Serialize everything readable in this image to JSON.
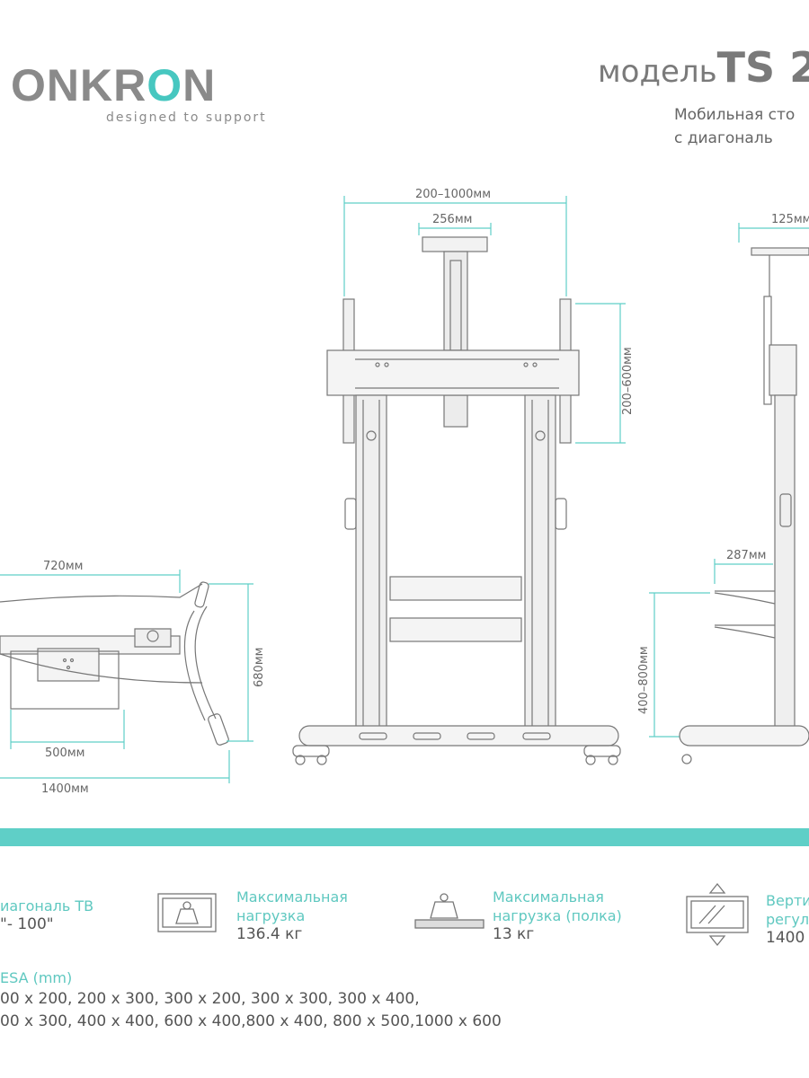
{
  "brand": {
    "logo_text_1": "ONKR",
    "logo_text_accent": "O",
    "logo_text_2": "N",
    "tagline": "designed to support"
  },
  "model": {
    "prefix": "модель",
    "name": "TS 2",
    "description_line1": "Мобильная сто",
    "description_line2": "с диагональ"
  },
  "dimensions": {
    "front_width": "200–1000мм",
    "front_bracket": "256мм",
    "front_height": "200–600мм",
    "side_top": "125мм",
    "side_shelf": "287мм",
    "side_height": "400–800мм",
    "top_upper": "720мм",
    "top_inner": "500мм",
    "top_total": "1400мм",
    "top_depth": "680мм"
  },
  "specs": [
    {
      "label_1": "иагональ ТВ",
      "label_2": "",
      "value": "\"- 100\""
    },
    {
      "label_1": "Максимальная",
      "label_2": "нагрузка",
      "value": "136.4 кг"
    },
    {
      "label_1": "Максимальная",
      "label_2": "нагрузка (полка)",
      "value": "13 кг"
    },
    {
      "label_1": "Верти",
      "label_2": "регул",
      "value": "1400"
    }
  ],
  "vesa": {
    "title": "ESA (mm)",
    "line1": "00 x 200, 200 x 300, 300 x 200, 300 x 300, 300 x 400,",
    "line2": "00 x 300, 400 x 400, 600 x 400,800 x 400, 800 x 500,1000 x 600"
  },
  "colors": {
    "accent": "#5fcfc7",
    "text": "#555555",
    "line": "#888888"
  },
  "icons": [
    "tv-weight-icon",
    "shelf-weight-icon",
    "vertical-adjust-icon"
  ]
}
